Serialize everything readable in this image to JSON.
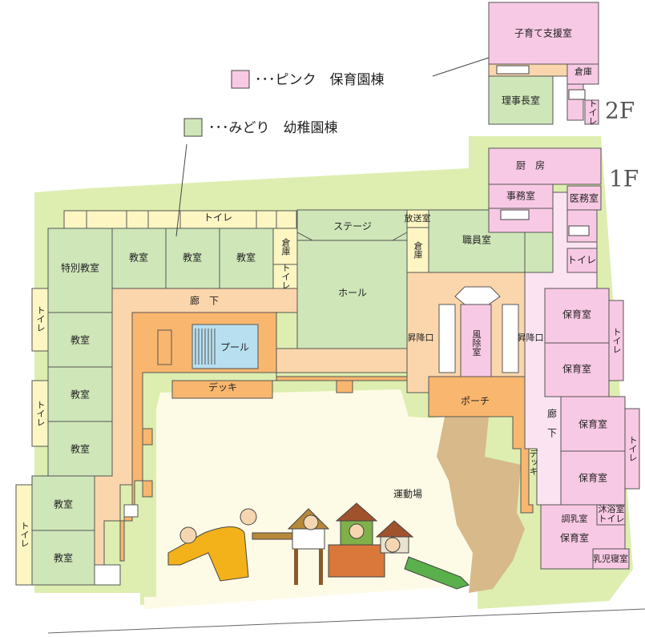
{
  "legend": {
    "pink": {
      "text": "･･･ピンク　保育園棟",
      "color": "#f8c9e4"
    },
    "green": {
      "text": "･･･みどり　幼稚園棟",
      "color": "#cfe6b9"
    }
  },
  "floors": {
    "second": "2F",
    "first": "1F"
  },
  "colors": {
    "grounds": "#ddeeb0",
    "field": "#fdfbe6",
    "path": "#d7b98a",
    "kindergarten": "#cfe6b9",
    "nursery": "#f8c9e4",
    "corridor": "#fbd6ac",
    "deck": "#f9b66e"
  },
  "rooms": {
    "kosodate": "子育て支援室",
    "souko_2f": "倉庫",
    "rijicho": "理事長室",
    "toilet_2f": "トイレ",
    "chubo": "厨　房",
    "jimushitsu": "事務室",
    "imushitsu": "医務室",
    "toilet_pink_top": "トイレ",
    "tokubetsu": "特別教室",
    "kyoshitsu_1": "教室",
    "kyoshitsu_2": "教室",
    "kyoshitsu_3": "教室",
    "toilet_top_row": "トイレ",
    "souko_1": "倉庫",
    "toilet_small": "トイレ",
    "stage": "ステージ",
    "hall": "ホール",
    "housoushitsu": "放送室",
    "souko_2": "倉庫",
    "shokuinshitsu": "職員室",
    "roka_top": "廊　下",
    "toilet_left_1": "トイレ",
    "kyoshitsu_l1": "教室",
    "kyoshitsu_l2": "教室",
    "toilet_left_2": "トイレ",
    "kyoshitsu_l3": "教室",
    "kyoshitsu_l4": "教室",
    "toilet_left_3": "トイレ",
    "kyoshitsu_l5": "教室",
    "pool": "プール",
    "deck_1": "デッキ",
    "shokoguchi_l": "昇降口",
    "fujoshitsu": "風除室",
    "shokoguchi_r": "昇降口",
    "porch": "ポーチ",
    "hoikushitsu_1": "保育室",
    "toilet_r1": "トイレ",
    "hoikushitsu_2": "保育室",
    "roka_right": "廊　下",
    "hoikushitsu_3": "保育室",
    "toilet_r2": "トイレ",
    "hoikushitsu_4": "保育室",
    "deck_2": "デッキ",
    "undoujo": "運動場",
    "chonyushitsu": "調乳室",
    "mokuyokushitsu": "沐浴室",
    "toilet_r3": "トイレ",
    "hoikushitsu_5": "保育室",
    "nyujishinshitsu": "乳児寝室"
  }
}
